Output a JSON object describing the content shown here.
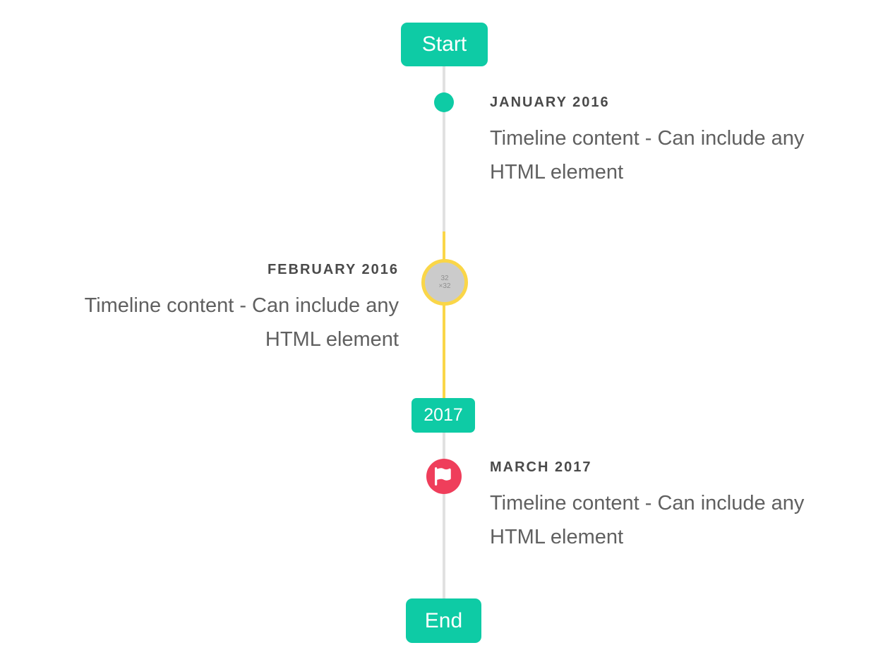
{
  "colors": {
    "page-bg": "#ffffff",
    "accent": "#0ecba5",
    "highlight-yellow": "#fad648",
    "flag-red": "#ef3e5b",
    "line-gray": "#e1e1e1",
    "circle-gray": "#cbcbcb",
    "title-text": "#4a4a4a",
    "body-text": "#606060"
  },
  "timeline": {
    "start_label": "Start",
    "end_label": "End",
    "year_badge": "2017",
    "items": [
      {
        "title": "JANUARY 2016",
        "content": "Timeline content - Can include any HTML element",
        "side": "right",
        "marker": "teal-dot"
      },
      {
        "title": "FEBRUARY 2016",
        "content": "Timeline content - Can include any HTML element",
        "side": "left",
        "marker": "image-placeholder",
        "marker_label": "32 ×32"
      },
      {
        "title": "MARCH 2017",
        "content": "Timeline content - Can include any HTML element",
        "side": "right",
        "marker": "flag-icon"
      }
    ]
  }
}
